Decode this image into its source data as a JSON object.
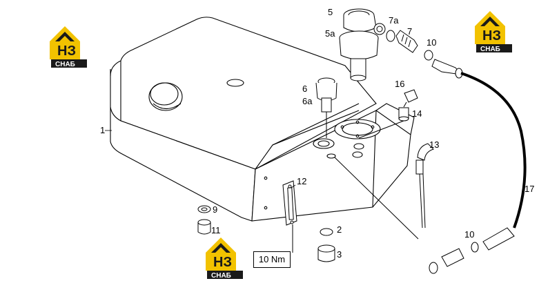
{
  "brand": {
    "logo_letters": "НЗ",
    "logo_subtitle": "СНАБ",
    "colors": {
      "yellow": "#f2c200",
      "dark": "#1a1a1a"
    }
  },
  "callouts": {
    "c1": "1",
    "c2": "2",
    "c3": "3",
    "c5": "5",
    "c5a": "5a",
    "c6": "6",
    "c6a": "6a",
    "c7": "7",
    "c7a": "7a",
    "c9": "9",
    "c10a": "10",
    "c10b": "10",
    "c11": "11",
    "c12": "12",
    "c13": "13",
    "c14": "14",
    "c16": "16",
    "c17": "17"
  },
  "torque_note": "10 Nm"
}
